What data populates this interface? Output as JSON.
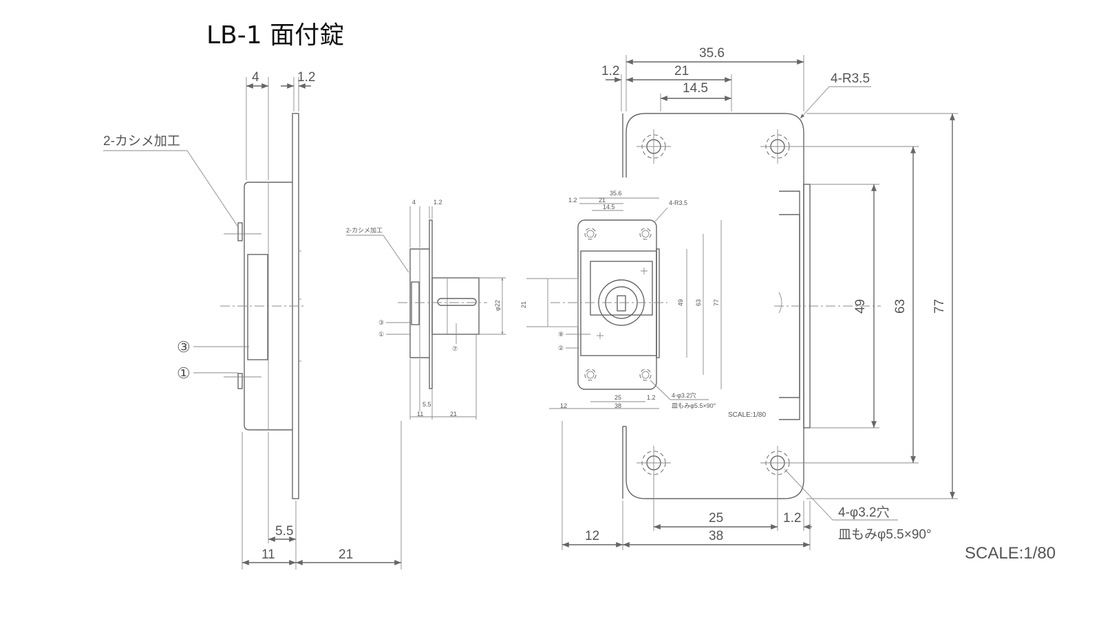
{
  "title": "LB-1 面付錠",
  "scale_label": "SCALE:1/80",
  "side_view": {
    "dims": {
      "top_left": "4",
      "top_right": "1.2",
      "bottom_inner": "5.5",
      "bottom_left": "11",
      "bottom_right": "21"
    },
    "note_caulk": "2-カシメ加工",
    "callouts": [
      "③",
      "①"
    ]
  },
  "front_view": {
    "dims": {
      "overall_width": "35.6",
      "offset": "1.2",
      "width_21": "21",
      "width_14_5": "14.5",
      "corner_radius": "4-R3.5",
      "height_49": "49",
      "height_63": "63",
      "height_77": "77",
      "hole_pitch": "25",
      "edge_1_2": "1.2",
      "base_12": "12",
      "base_38": "38"
    },
    "hole_note_1": "4-φ3.2穴",
    "hole_note_2": "皿もみφ5.5×90°"
  },
  "mini_side": {
    "dims": {
      "top_left": "4",
      "top_right": "1.2",
      "bottom_inner": "5.5",
      "bottom_left": "11",
      "bottom_right": "21",
      "cyl_dia": "φ22"
    },
    "note_caulk": "2-カシメ加工",
    "callouts": [
      "③",
      "①",
      "⑦"
    ]
  },
  "mini_front": {
    "dims": {
      "overall_width": "35.6",
      "offset": "1.2",
      "width_21": "21",
      "width_14_5": "14.5",
      "corner_radius": "4-R3.5",
      "height_49": "49",
      "height_63": "63",
      "height_77": "77",
      "hole_pitch": "25",
      "edge_1_2": "1.2",
      "base_12": "12",
      "base_38": "38",
      "left_21": "21"
    },
    "hole_note_1": "4-φ3.2穴",
    "hole_note_2": "皿もみφ5.5×90°",
    "callouts": [
      "⑨",
      "②"
    ],
    "scale_label": "SCALE:1/80"
  }
}
